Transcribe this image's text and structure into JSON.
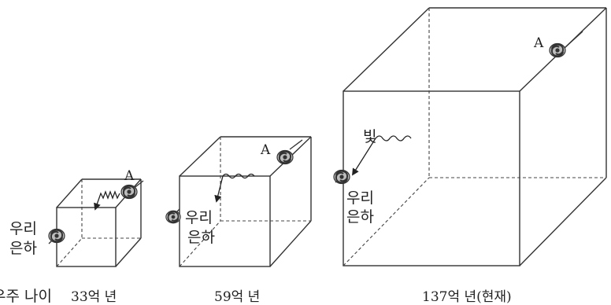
{
  "cubes": [
    {
      "age_label": "33억 년",
      "prefix_label": "우주 나이",
      "galaxy_a_label": "A",
      "our_galaxy_line1": "우리",
      "our_galaxy_line2": "은하"
    },
    {
      "age_label": "59억 년",
      "galaxy_a_label": "A",
      "our_galaxy_line1": "우리",
      "our_galaxy_line2": "은하"
    },
    {
      "age_label": "137억 년(현재)",
      "galaxy_a_label": "A",
      "light_label": "빛",
      "our_galaxy_line1": "우리",
      "our_galaxy_line2": "은하"
    }
  ],
  "colors": {
    "line": "#333333",
    "galaxy_fill": "#9a9a9a",
    "galaxy_dark": "#444444"
  },
  "icons": [
    "spiral-galaxy-icon",
    "light-wave-arrow-icon"
  ]
}
